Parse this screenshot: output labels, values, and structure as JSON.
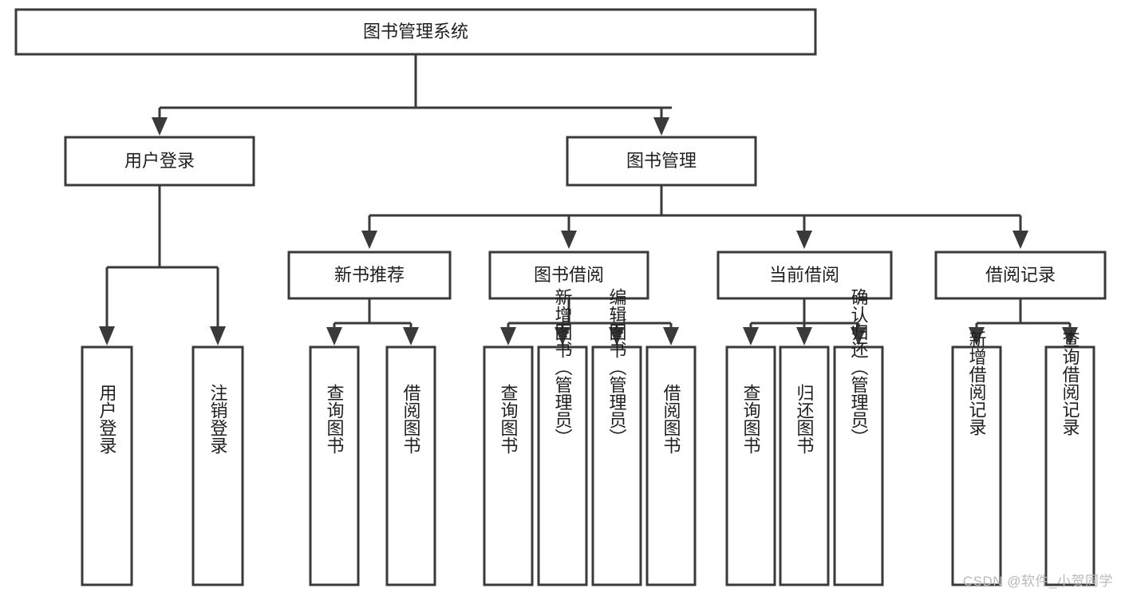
{
  "diagram": {
    "type": "tree-hierarchy-chart",
    "title": "图书管理系统",
    "watermark": "CSDN @软件_小贺同学",
    "colors": {
      "background": "#ffffff",
      "stroke": "#3a3a3a",
      "box_fill": "#ffffff",
      "text": "#1f1f1f",
      "watermark": "#b9b9b9"
    },
    "nodes": {
      "root": {
        "label": "图书管理系统",
        "level": 1
      },
      "user_login": {
        "label": "用户登录",
        "level": 2
      },
      "book_manage": {
        "label": "图书管理",
        "level": 2
      },
      "new_book_rec": {
        "label": "新书推荐",
        "level": 3
      },
      "book_borrow": {
        "label": "图书借阅",
        "level": 3
      },
      "current_borrow": {
        "label": "当前借阅",
        "level": 3
      },
      "borrow_record": {
        "label": "借阅记录",
        "level": 3
      },
      "leaf_1": {
        "label": "用户登录",
        "level": 4
      },
      "leaf_2": {
        "label": "注销登录",
        "level": 4
      },
      "leaf_3": {
        "label": "查询图书",
        "level": 4
      },
      "leaf_4": {
        "label": "借阅图书",
        "level": 4
      },
      "leaf_5": {
        "label": "查询图书",
        "level": 4
      },
      "leaf_6": {
        "label": "新增图书（管理员）",
        "level": 4
      },
      "leaf_7": {
        "label": "编辑图书（管理员）",
        "level": 4
      },
      "leaf_8": {
        "label": "借阅图书",
        "level": 4
      },
      "leaf_9": {
        "label": "查询图书",
        "level": 4
      },
      "leaf_10": {
        "label": "归还图书",
        "level": 4
      },
      "leaf_11": {
        "label": "确认归还（管理员）",
        "level": 4
      },
      "leaf_12": {
        "label": "新增借阅记录",
        "level": 4
      },
      "leaf_13": {
        "label": "查询借阅记录",
        "level": 4
      }
    },
    "edges": [
      {
        "from": "root",
        "to": "user_login"
      },
      {
        "from": "root",
        "to": "book_manage"
      },
      {
        "from": "user_login",
        "to": "leaf_1"
      },
      {
        "from": "user_login",
        "to": "leaf_2"
      },
      {
        "from": "book_manage",
        "to": "new_book_rec"
      },
      {
        "from": "book_manage",
        "to": "book_borrow"
      },
      {
        "from": "book_manage",
        "to": "current_borrow"
      },
      {
        "from": "book_manage",
        "to": "borrow_record"
      },
      {
        "from": "new_book_rec",
        "to": "leaf_3"
      },
      {
        "from": "new_book_rec",
        "to": "leaf_4"
      },
      {
        "from": "book_borrow",
        "to": "leaf_5"
      },
      {
        "from": "book_borrow",
        "to": "leaf_6"
      },
      {
        "from": "book_borrow",
        "to": "leaf_7"
      },
      {
        "from": "book_borrow",
        "to": "leaf_8"
      },
      {
        "from": "current_borrow",
        "to": "leaf_9"
      },
      {
        "from": "current_borrow",
        "to": "leaf_10"
      },
      {
        "from": "current_borrow",
        "to": "leaf_11"
      },
      {
        "from": "borrow_record",
        "to": "leaf_12"
      },
      {
        "from": "borrow_record",
        "to": "leaf_13"
      }
    ]
  }
}
